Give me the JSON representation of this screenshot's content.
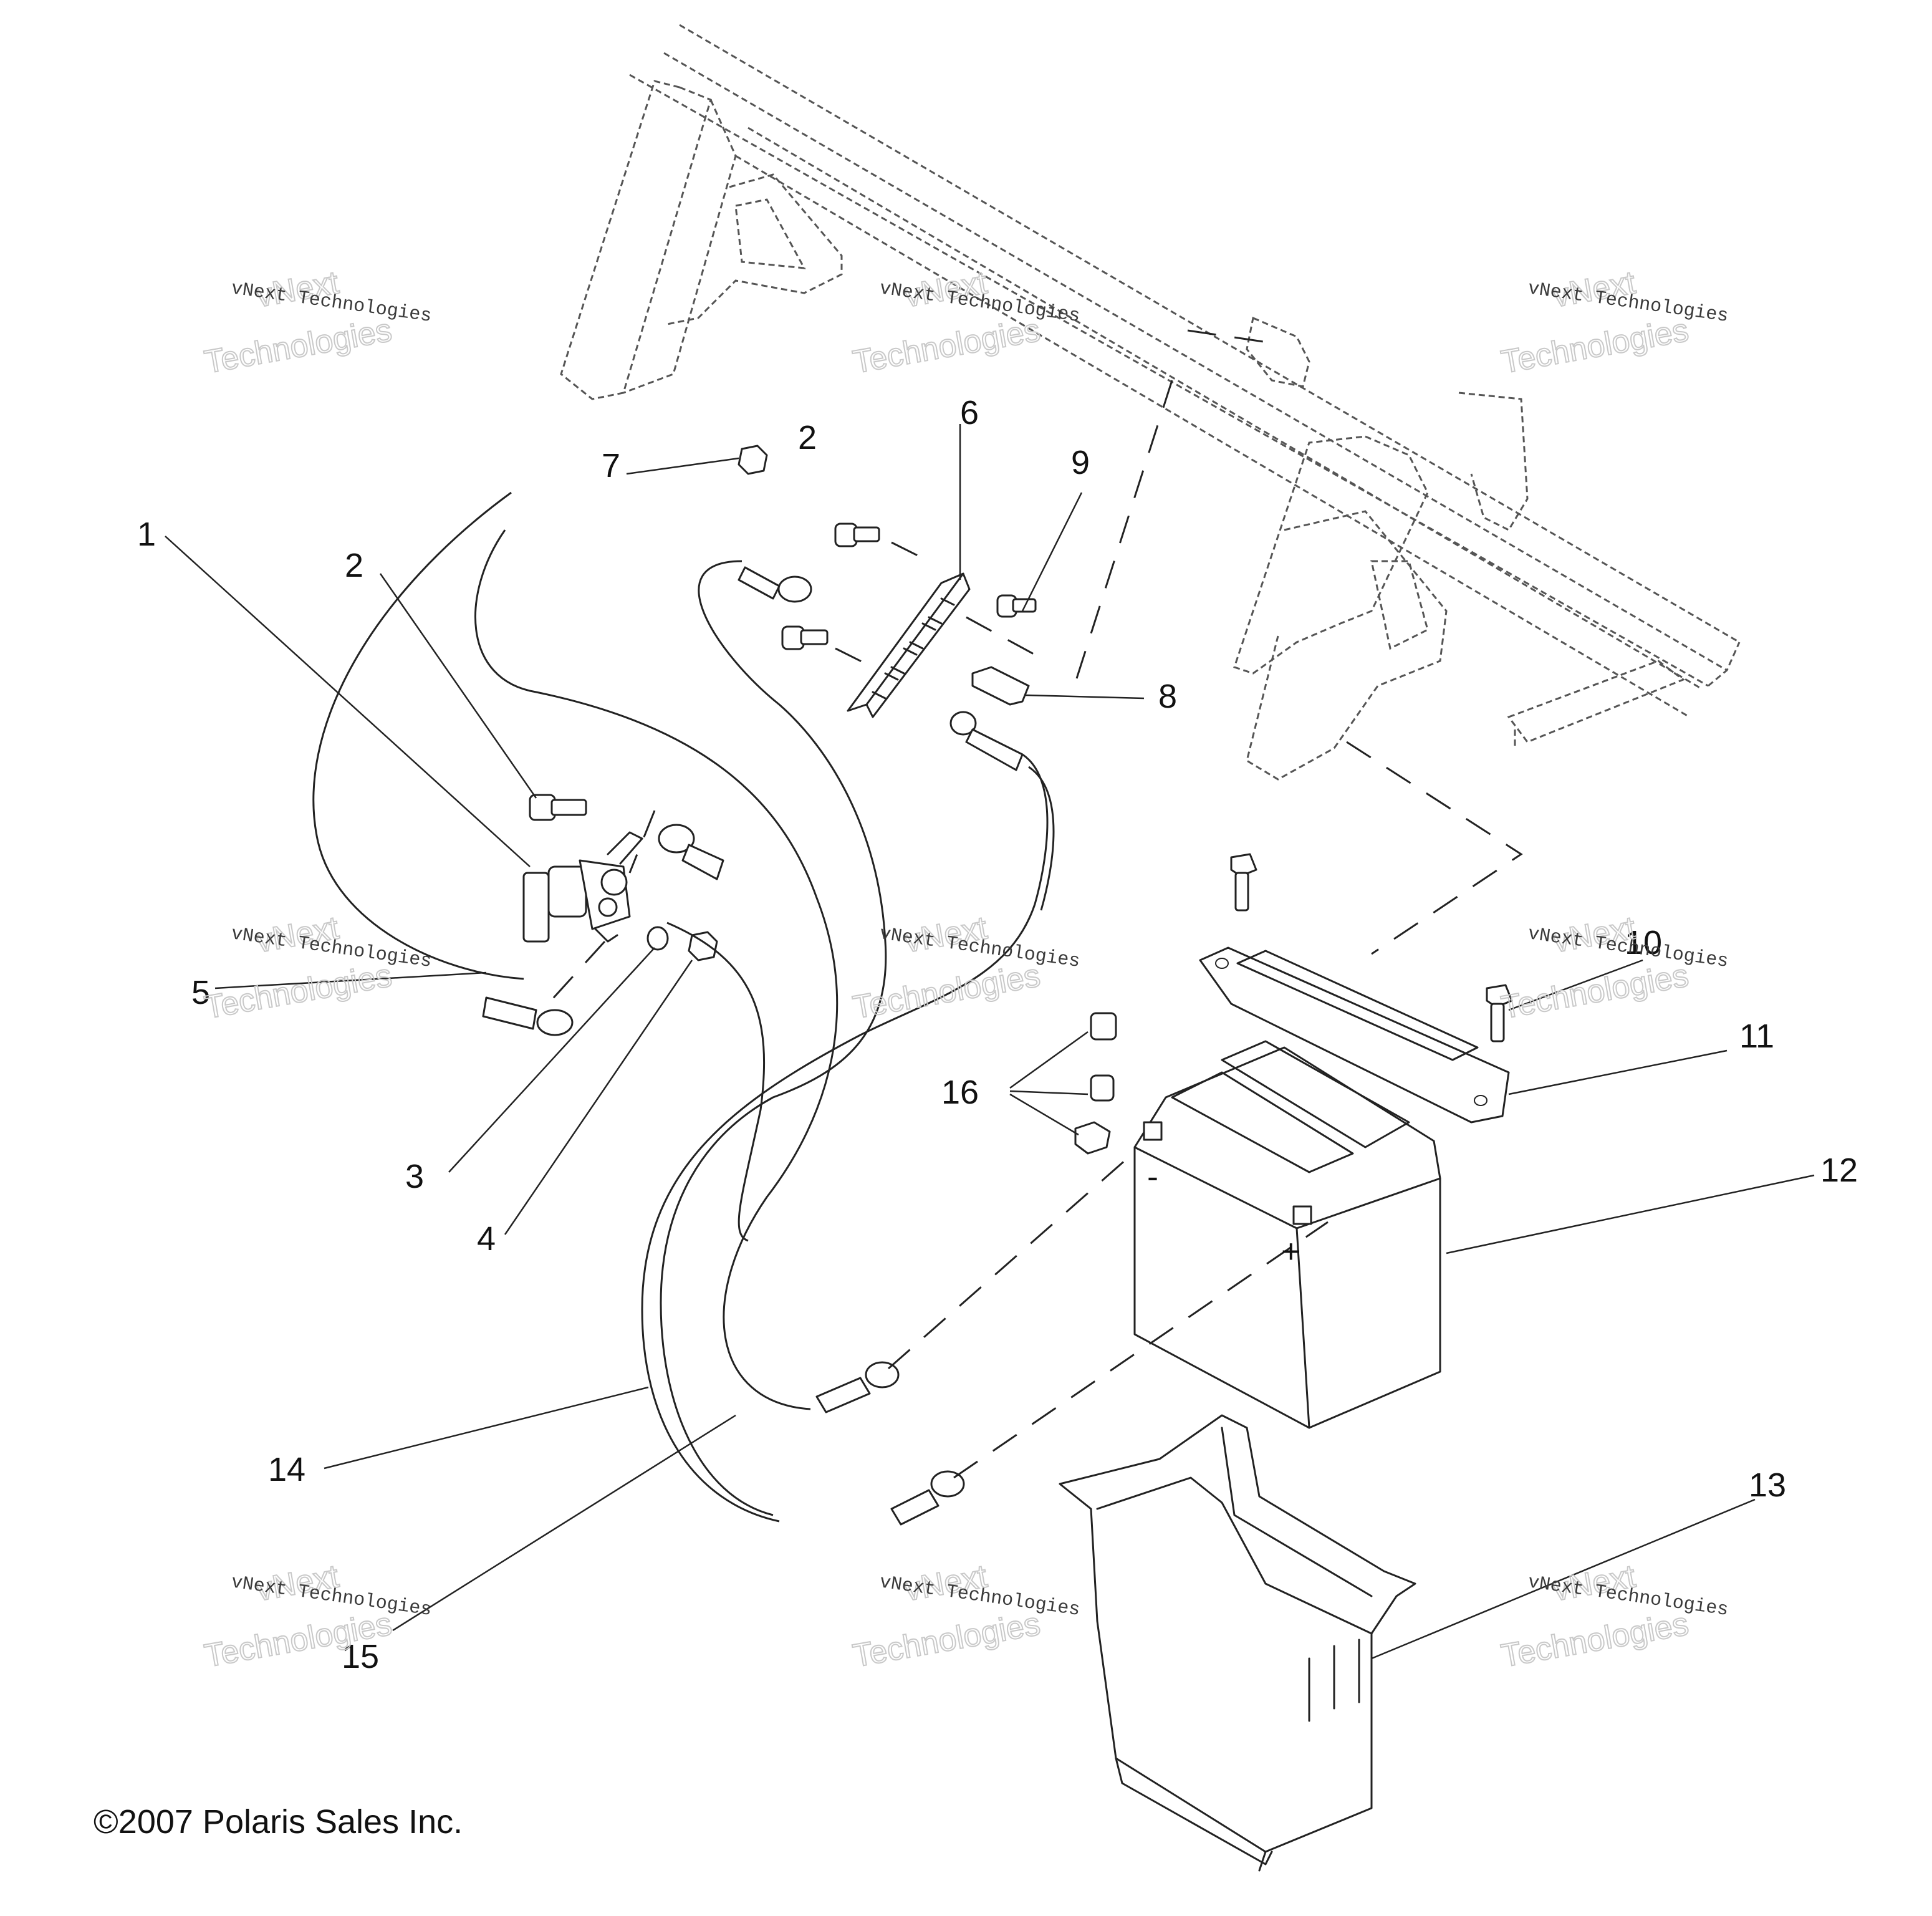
{
  "diagram": {
    "callouts": [
      {
        "id": "1",
        "label": "1"
      },
      {
        "id": "2a",
        "label": "2"
      },
      {
        "id": "2b",
        "label": "2"
      },
      {
        "id": "3",
        "label": "3"
      },
      {
        "id": "4",
        "label": "4"
      },
      {
        "id": "5",
        "label": "5"
      },
      {
        "id": "6",
        "label": "6"
      },
      {
        "id": "7",
        "label": "7"
      },
      {
        "id": "8",
        "label": "8"
      },
      {
        "id": "9",
        "label": "9"
      },
      {
        "id": "10",
        "label": "10"
      },
      {
        "id": "11",
        "label": "11"
      },
      {
        "id": "12",
        "label": "12"
      },
      {
        "id": "13",
        "label": "13"
      },
      {
        "id": "14",
        "label": "14"
      },
      {
        "id": "15",
        "label": "15"
      },
      {
        "id": "16",
        "label": "16"
      }
    ],
    "terminal_symbols": {
      "negative": "-",
      "positive": "+"
    },
    "watermark": {
      "line1": "vNext Technologies",
      "line2a": "vNext",
      "line2b": "Technologies"
    },
    "copyright": "©2007 Polaris Sales Inc."
  }
}
